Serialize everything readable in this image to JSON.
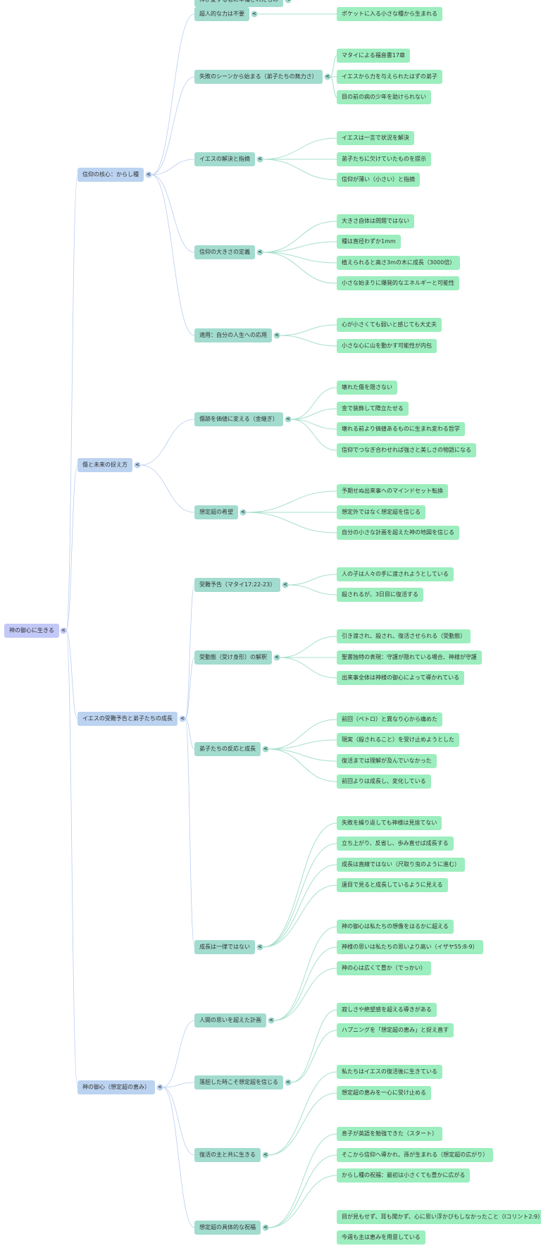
{
  "mindmap": {
    "root": {
      "label": "神の御心に生きる",
      "collapse_icon": "chevron-left-icon",
      "children": [
        {
          "label": "信仰の核心：からし種",
          "children": [
            {
              "label": "超人的な力は不要",
              "children": [
                "ポケットに入る小さな種から生まれる"
              ]
            },
            {
              "label": "失敗のシーンから始まる（弟子たちの無力さ）",
              "children": [
                "マタイによる福音書17章",
                "イエスから力を与えられたはずの弟子",
                "目の前の病の少年を助けられない"
              ]
            },
            {
              "label": "イエスの解決と指摘",
              "children": [
                "イエスは一言で状況を解決",
                "弟子たちに欠けていたものを提示",
                "信仰が薄い（小さい）と指摘"
              ]
            },
            {
              "label": "信仰の大きさの定義",
              "children": [
                "大きさ自体は問題ではない",
                "種は直径わずか1mm",
                "植えられると高さ3mの木に成長（3000倍）",
                "小さな始まりに爆発的なエネルギーと可能性"
              ]
            },
            {
              "label": "適用：自分の人生への応用",
              "children": [
                "心が小さくても弱いと感じても大丈夫",
                "小さな心に山を動かす可能性が内包"
              ]
            }
          ]
        },
        {
          "label": "傷と未来の捉え方",
          "children": [
            {
              "label": "傷跡を価値に変える（金継ぎ）",
              "children": [
                "壊れた傷を隠さない",
                "金で装飾して際立たせる",
                "壊れる前より価値あるものに生まれ変わる哲学",
                "信仰でつなぎ合わせれば強さと美しさの物語になる"
              ]
            },
            {
              "label": "想定超の希望",
              "children": [
                "予期せぬ出来事へのマインドセット転換",
                "想定外ではなく想定超を信じる",
                "自分の小さな計画を超えた神の地図を信じる"
              ]
            }
          ]
        },
        {
          "label": "イエスの受難予告と弟子たちの成長",
          "children": [
            {
              "label": "受難予告（マタイ17:22-23）",
              "children": [
                "人の子は人々の手に渡されようとしている",
                "殺されるが、3日目に復活する"
              ]
            },
            {
              "label": "受動態（受け身形）の解釈",
              "children": [
                "引き渡され、殺され、復活させられる（受動態）",
                "聖書独特の表現：守護が隠れている場合、神様が守護",
                "出来事全体は神様の御心によって導かれている"
              ]
            },
            {
              "label": "弟子たちの反応と成長",
              "children": [
                "前回（ペトロ）と異なり心から痛めた",
                "現実（殺されること）を受け止めようとした",
                "復活までは理解が及んでいなかった",
                "前回よりは成長し、変化している"
              ]
            },
            {
              "label": "成長は一律ではない",
              "children": [
                "失敗を繰り返しても神様は見捨てない",
                "立ち上がり、反省し、歩み直せば成長する",
                "成長は直線ではない（尺取り虫のように進む）",
                "遠目で見ると成長しているように見える"
              ]
            }
          ]
        },
        {
          "label": "神の御心（想定超の恵み）",
          "children": [
            {
              "label": "人間の思いを超えた計画",
              "children": [
                "神の御心は私たちの想像をはるかに超える",
                "神様の思いは私たちの思いより高い（イザヤ55:8-9）",
                "神の心は広くて豊か（でっかい）"
              ]
            },
            {
              "label": "落胆した時こそ想定超を信じる",
              "children": [
                "寂しさや絶望感を超える導きがある",
                "ハプニングを「想定超の恵み」と捉え直す"
              ]
            },
            {
              "label": "復活の主と共に生きる",
              "children": [
                "私たちはイエスの復活後に生きている",
                "想定超の恵みを一心に受け止める"
              ]
            },
            {
              "label": "想定超の具体的な祝福",
              "children": [
                "息子が英語を勉強できた（スタート）",
                "そこから信仰へ導かれ、孫が生まれる（想定超の広がり）",
                "からし種の祝福：最初は小さくても豊かに広がる"
              ]
            },
            {
              "label": "神が愛する者に準備されたもの",
              "children": [
                "目が見もせず、耳も聞かず、心に思い浮かびもしなかったこと（Iコリント2:9）",
                "今週も主は恵みを用意している"
              ]
            }
          ]
        }
      ]
    },
    "colors": {
      "root": "#c2c8f7",
      "level1": "#bbd3f0",
      "level2": "#a2dccf",
      "level3": "#9ceebe",
      "edge_level1": "#b9cdf0",
      "edge_level2": "#a8e0cc"
    }
  }
}
